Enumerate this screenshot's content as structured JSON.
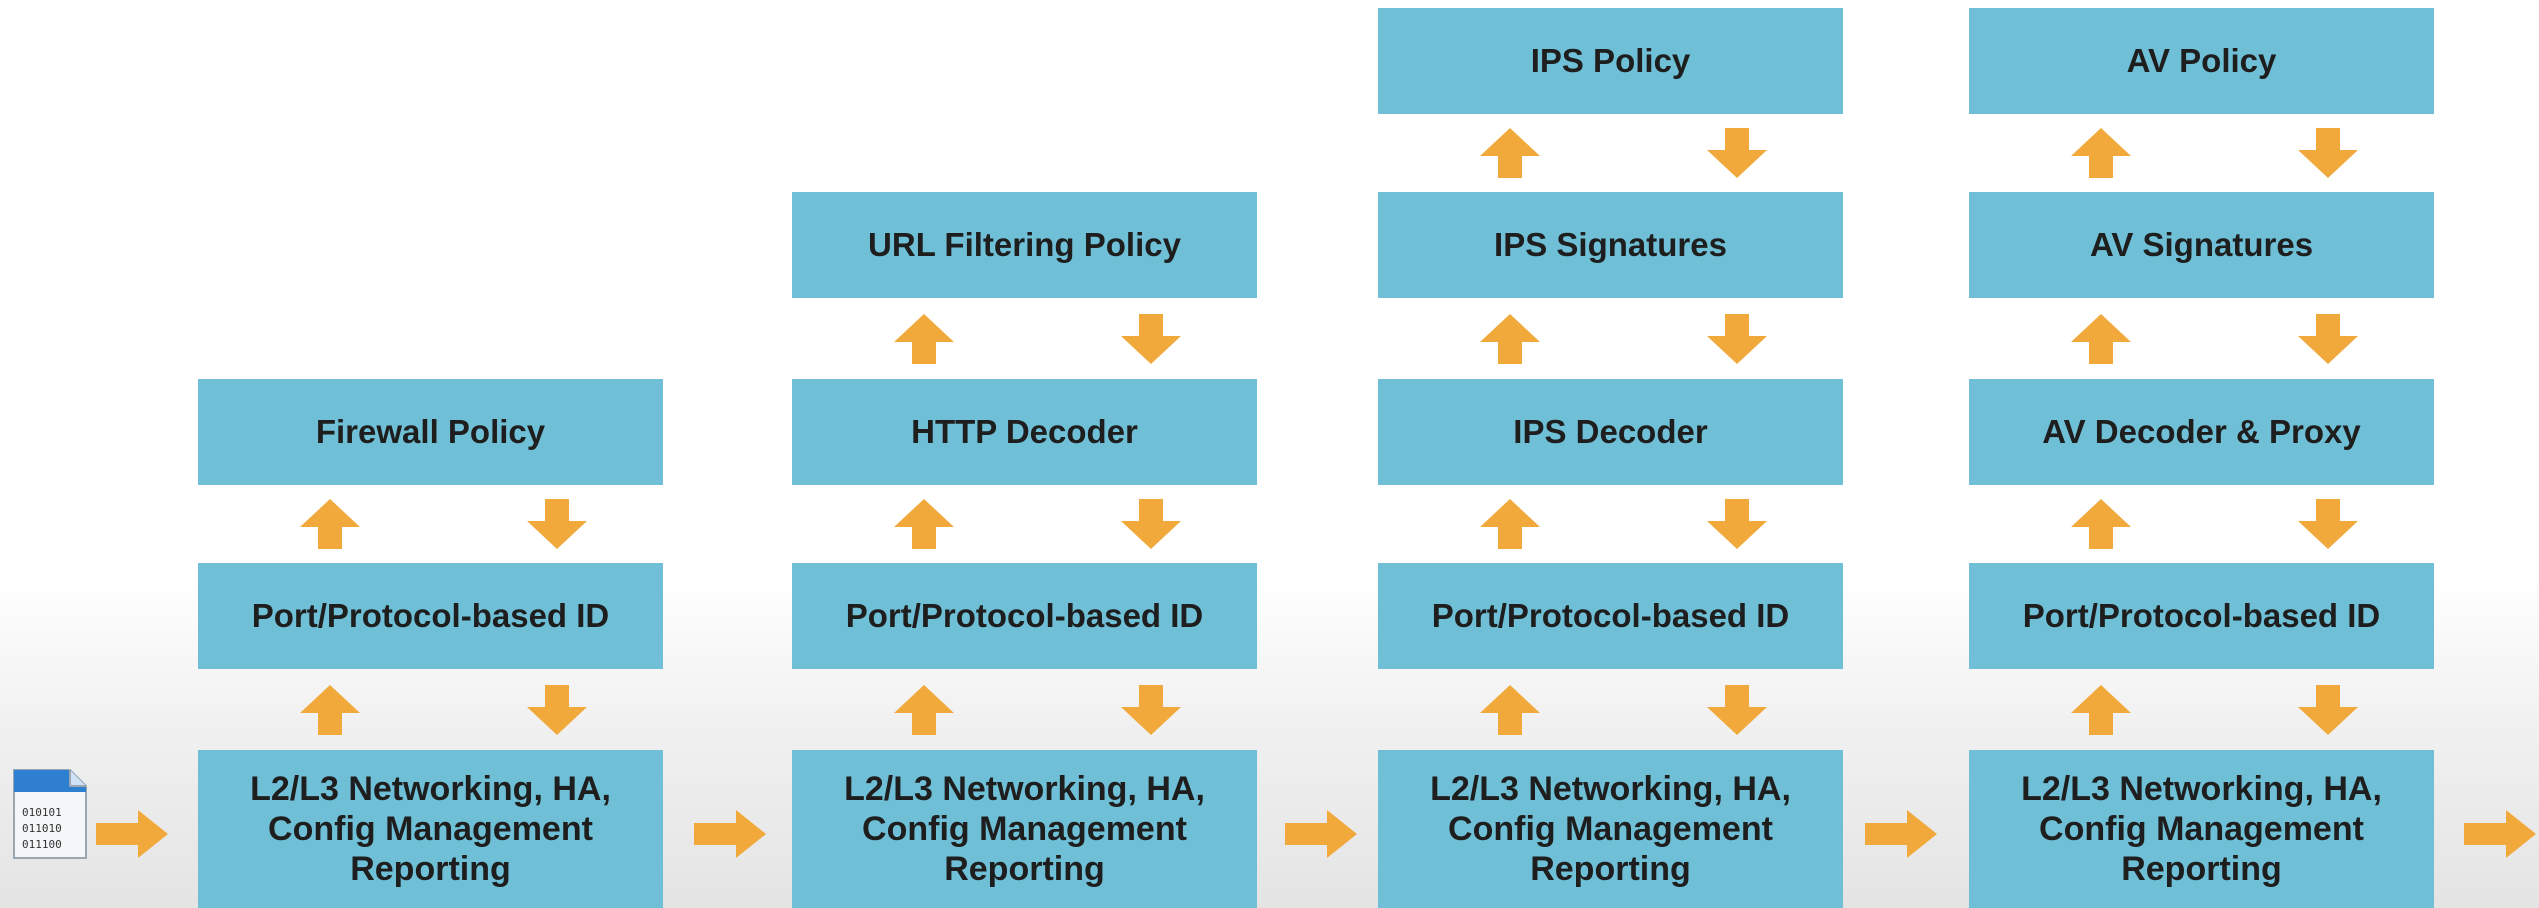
{
  "colors": {
    "box_fill": "#6fbfd6",
    "arrow": "#f2a93b",
    "text": "#1e1e1e"
  },
  "packet_icon": {
    "name": "binary-file-icon",
    "lines": [
      "010101",
      "011010",
      "011100"
    ]
  },
  "stacks": [
    {
      "name": "firewall",
      "layers": [
        "L2/L3 Networking, HA,\nConfig Management\nReporting",
        "Port/Protocol-based ID",
        "Firewall Policy"
      ]
    },
    {
      "name": "url-filtering",
      "layers": [
        "L2/L3 Networking, HA,\nConfig Management\nReporting",
        "Port/Protocol-based ID",
        "HTTP Decoder",
        "URL Filtering Policy"
      ]
    },
    {
      "name": "ips",
      "layers": [
        "L2/L3 Networking, HA,\nConfig Management\nReporting",
        "Port/Protocol-based ID",
        "IPS Decoder",
        "IPS Signatures",
        "IPS Policy"
      ]
    },
    {
      "name": "av",
      "layers": [
        "L2/L3 Networking, HA,\nConfig Management\nReporting",
        "Port/Protocol-based ID",
        "AV Decoder & Proxy",
        "AV Signatures",
        "AV Policy"
      ]
    }
  ]
}
